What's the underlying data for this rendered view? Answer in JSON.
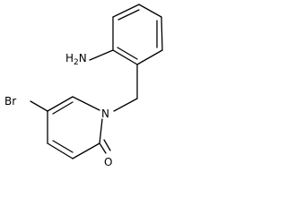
{
  "molecule": {
    "atom_labels": {
      "amine": {
        "main": "H",
        "sub": "2",
        "tail": "N"
      },
      "bromine": "Br",
      "ring_nitrogen": "N",
      "carbonyl_oxygen": "O"
    },
    "colors": {
      "bond": "#000000",
      "text": "#000000",
      "background": "#ffffff"
    }
  }
}
